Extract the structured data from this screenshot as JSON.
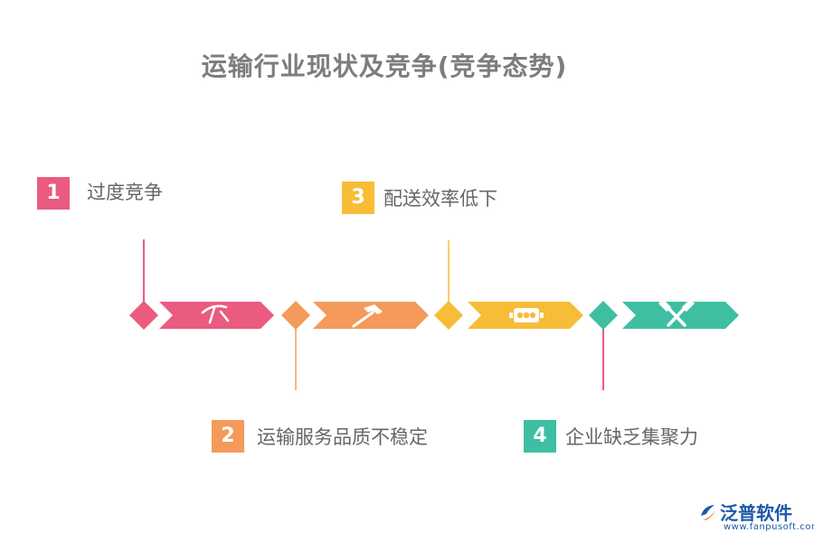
{
  "title": "运输行业现状及竞争(竞争态势)",
  "items": [
    {
      "number": "1",
      "label": "过度竞争",
      "color": "#ea5b7f",
      "icon": "pickaxe-icon"
    },
    {
      "number": "2",
      "label": "运输服务品质不稳定",
      "color": "#f49a5a",
      "icon": "hammer-icon"
    },
    {
      "number": "3",
      "label": "配送效率低下",
      "color": "#f7bd38",
      "icon": "traffic-light-icon"
    },
    {
      "number": "4",
      "label": "企业缺乏集聚力",
      "color": "#3ebfa2",
      "icon": "crossed-tools-icon"
    }
  ],
  "watermark": {
    "text": "泛普软件",
    "url": "www.fanpusoft.com",
    "color": "#1d58a7"
  }
}
